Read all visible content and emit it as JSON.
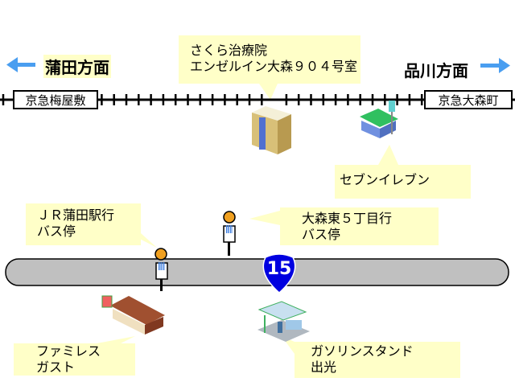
{
  "directions": {
    "left": {
      "label": "蒲田方面",
      "icon": "arrow-left-icon"
    },
    "right": {
      "label": "品川方面",
      "icon": "arrow-right-icon"
    }
  },
  "stations": {
    "left": "京急梅屋敷",
    "right": "京急大森町"
  },
  "route_shield": {
    "number": "15",
    "color": "#0000e0"
  },
  "landmarks": [
    {
      "id": "clinic",
      "lines": [
        "さくら治療院",
        "エンゼルイン大森９０４号室"
      ],
      "icon": "building-icon"
    },
    {
      "id": "convenience-store",
      "lines": [
        "セブンイレブン"
      ],
      "icon": "store-icon"
    },
    {
      "id": "bus-stop-jr",
      "lines": [
        "ＪＲ蒲田駅行",
        "バス停"
      ],
      "icon": "bus-stop-icon"
    },
    {
      "id": "bus-stop-omori",
      "lines": [
        "大森東５丁目行",
        "バス停"
      ],
      "icon": "bus-stop-icon"
    },
    {
      "id": "restaurant",
      "lines": [
        "ファミレス",
        "ガスト"
      ],
      "icon": "restaurant-icon"
    },
    {
      "id": "gas-station",
      "lines": [
        "ガソリンスタンド",
        "出光"
      ],
      "icon": "gas-station-icon"
    }
  ],
  "colors": {
    "callout": "#ffffc8",
    "road": "#c0c0c0",
    "arrow": "#4a9ef0"
  }
}
